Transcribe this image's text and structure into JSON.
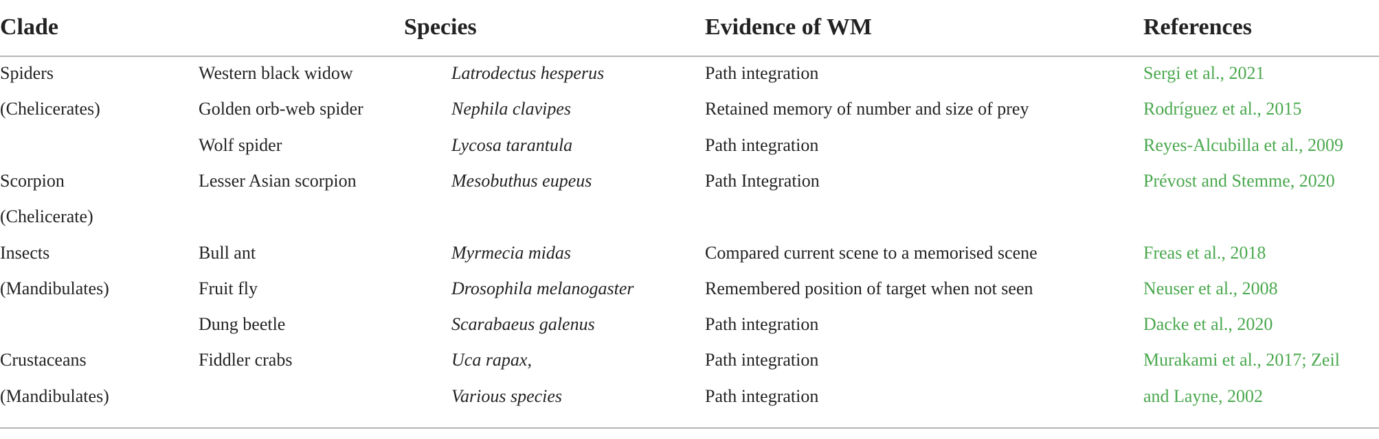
{
  "headers": {
    "clade": "Clade",
    "species": "Species",
    "evidence": "Evidence of WM",
    "references": "References"
  },
  "rows": [
    {
      "clade": "Spiders",
      "common": "Western black widow",
      "latin": "Latrodectus hesperus",
      "evidence": "Path integration",
      "reference": "Sergi et al., 2021"
    },
    {
      "clade": "(Chelicerates)",
      "common": "Golden orb-web spider",
      "latin": "Nephila clavipes",
      "evidence": "Retained memory of number and size of prey",
      "reference": "Rodríguez et al., 2015"
    },
    {
      "clade": "",
      "common": "Wolf spider",
      "latin": "Lycosa tarantula",
      "evidence": "Path integration",
      "reference": "Reyes-Alcubilla et al., 2009"
    },
    {
      "clade": "Scorpion",
      "common": "Lesser Asian scorpion",
      "latin": "Mesobuthus eupeus",
      "evidence": "Path Integration",
      "reference": "Prévost and Stemme, 2020"
    },
    {
      "clade": "(Chelicerate)",
      "common": "",
      "latin": "",
      "evidence": "",
      "reference": ""
    },
    {
      "clade": "Insects",
      "common": "Bull ant",
      "latin": "Myrmecia midas",
      "evidence": "Compared current scene to a memorised scene",
      "reference": "Freas et al., 2018"
    },
    {
      "clade": "(Mandibulates)",
      "common": "Fruit fly",
      "latin": "Drosophila melanogaster",
      "evidence": "Remembered position of target when not seen",
      "reference": "Neuser et al., 2008"
    },
    {
      "clade": "",
      "common": "Dung beetle",
      "latin": "Scarabaeus galenus",
      "evidence": "Path integration",
      "reference": "Dacke et al., 2020"
    },
    {
      "clade": "Crustaceans",
      "common": "Fiddler crabs",
      "latin": "Uca rapax,",
      "evidence": "Path integration",
      "reference": "Murakami et al., 2017; Zeil"
    },
    {
      "clade": "(Mandibulates)",
      "common": "",
      "latin": "Various species",
      "evidence": "Path integration",
      "reference": "and Layne, 2002"
    }
  ],
  "colors": {
    "text": "#222222",
    "reference_link": "#4aa84e",
    "rule": "#b4b4b4"
  }
}
